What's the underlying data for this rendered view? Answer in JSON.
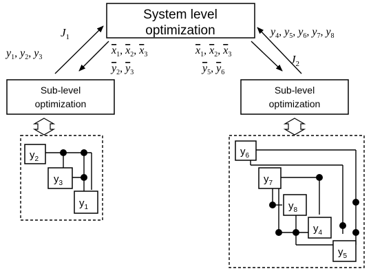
{
  "system": {
    "line1": "System level",
    "line2": "optimization"
  },
  "sub_left": {
    "line1": "Sub-level",
    "line2": "optimization"
  },
  "sub_right": {
    "line1": "Sub-level",
    "line2": "optimization"
  },
  "left_link": {
    "objective": "J",
    "objective_sub": "1",
    "outputs": [
      "y",
      "1",
      ", ",
      "y",
      "2",
      ", ",
      "y",
      "3"
    ],
    "shared": [
      "x",
      "1",
      ", ",
      "x",
      "2",
      ", ",
      "x",
      "3"
    ],
    "coupling": [
      "y",
      "2",
      ", ",
      "y",
      "3"
    ]
  },
  "right_link": {
    "objective": "J",
    "objective_sub": "2",
    "outputs": [
      "y",
      "4",
      ", ",
      "y",
      "5",
      ", ",
      "y",
      "6",
      ", ",
      "y",
      "7",
      ", ",
      "y",
      "8"
    ],
    "shared": [
      "x",
      "1",
      ", ",
      "x",
      "2",
      ", ",
      "x",
      "3"
    ],
    "coupling": [
      "y",
      "5",
      ", ",
      "y",
      "6"
    ]
  },
  "left_dsm": [
    "y",
    "2",
    "y",
    "3",
    "y",
    "1"
  ],
  "right_dsm": [
    "y",
    "6",
    "y",
    "7",
    "y",
    "8",
    "y",
    "4",
    "y",
    "5"
  ]
}
